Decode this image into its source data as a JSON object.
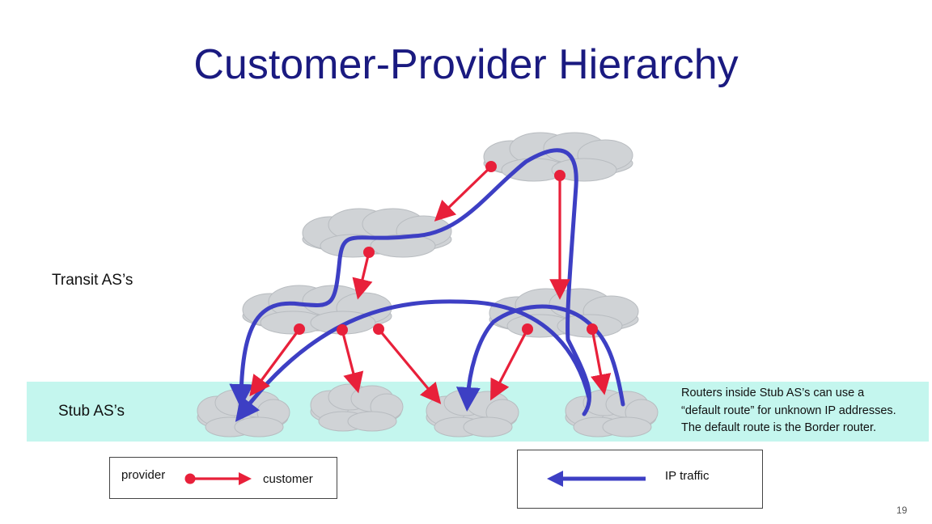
{
  "slide": {
    "title": "Customer-Provider Hierarchy",
    "page_number": "19"
  },
  "labels": {
    "transit": "Transit AS’s",
    "stub": "Stub AS’s"
  },
  "note": {
    "line1": "Routers inside Stub AS’s can use a",
    "line2": "“default route” for unknown IP addresses.",
    "line3": "The default route is the Border router."
  },
  "legend": {
    "provider": "provider",
    "customer": "customer",
    "ip_traffic": "IP traffic"
  },
  "colors": {
    "provider_customer_arrow": "#e8203a",
    "ip_traffic_arrow": "#3d3fc4",
    "cloud": "#d0d3d6",
    "stub_band": "#c4f6ee",
    "title": "#1a1a80"
  },
  "icons": [
    "cloud-icon",
    "provider-customer-arrow-icon",
    "ip-traffic-arrow-icon"
  ]
}
